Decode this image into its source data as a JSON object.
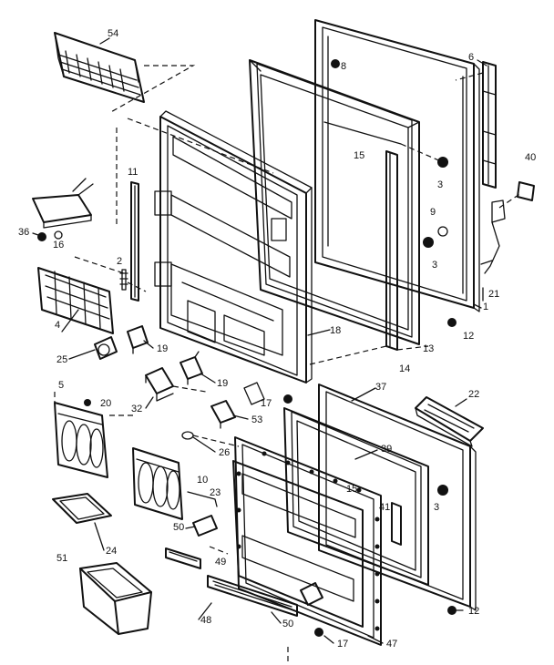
{
  "callouts": {
    "p54": "54",
    "p8": "8",
    "p6": "6",
    "p11": "11",
    "p15a": "15",
    "p40": "40",
    "p36": "36",
    "p16a": "16",
    "p3a": "3",
    "p9": "9",
    "p2": "2",
    "p3b": "3",
    "p21": "21",
    "p4": "4",
    "p1": "1",
    "p18": "18",
    "p12a": "12",
    "p25": "25",
    "p19a": "19",
    "p13": "13",
    "p14": "14",
    "p19b": "19",
    "p37": "37",
    "p22": "22",
    "p5": "5",
    "p20": "20",
    "p17a": "17",
    "p32": "32",
    "p53": "53",
    "p26": "26",
    "p39": "39",
    "p10": "10",
    "p15b": "15",
    "p41": "41",
    "p3c": "3",
    "p23": "23",
    "p50a": "50",
    "p49": "49",
    "p24": "24",
    "p12b": "12",
    "p51": "51",
    "p48": "48",
    "p50b": "50",
    "p17b": "17",
    "p47": "47"
  }
}
